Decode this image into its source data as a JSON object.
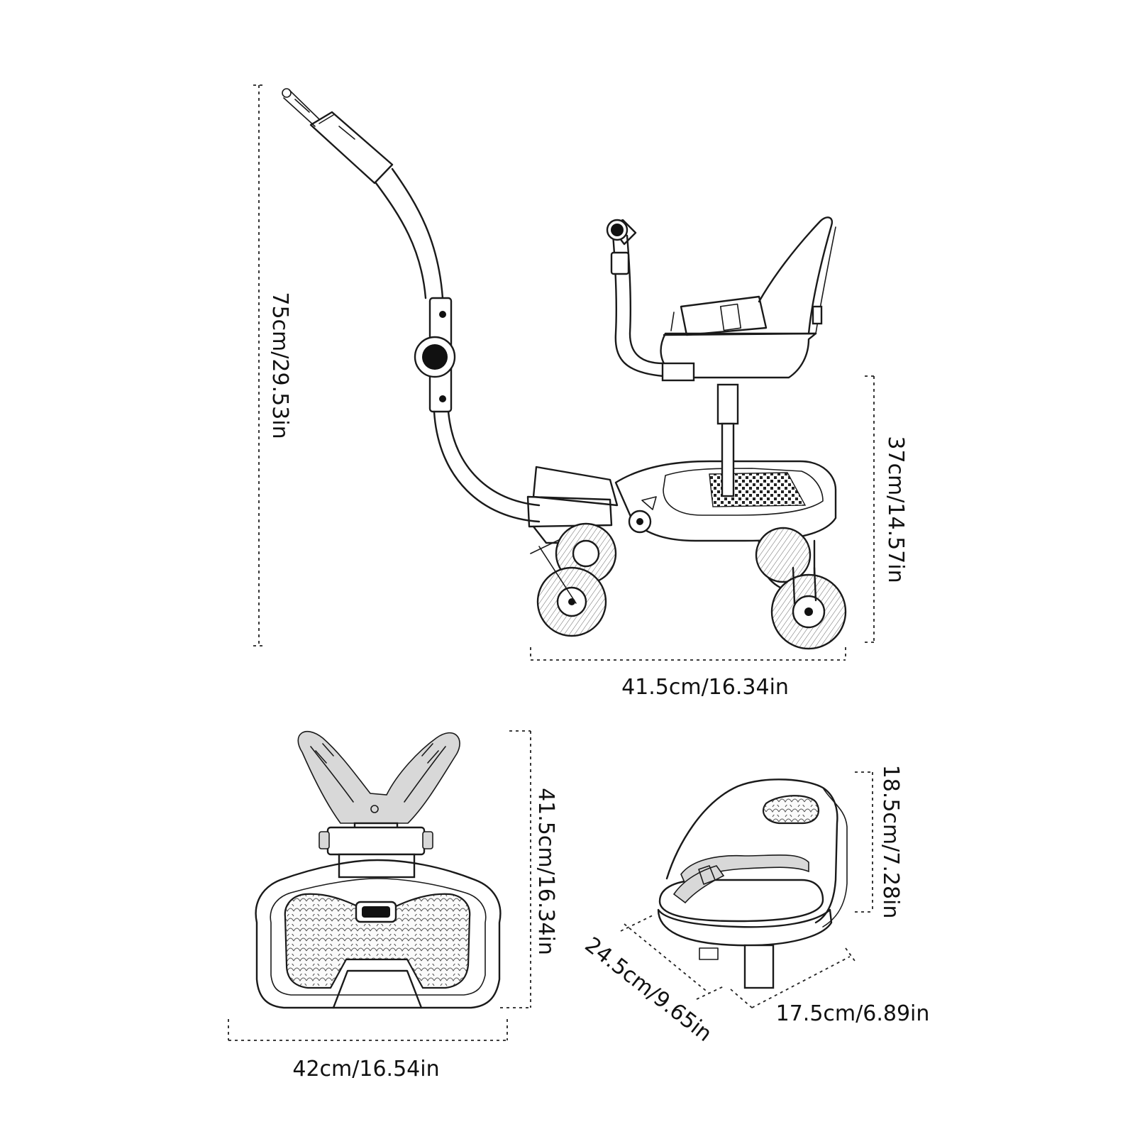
{
  "dimensions": {
    "total_height": "75cm/29.53in",
    "seat_height": "37cm/14.57in",
    "board_length": "41.5cm/16.34in",
    "board_depth": "41.5cm/16.34in",
    "board_width": "42cm/16.54in",
    "seat_height_small": "18.5cm/7.28in",
    "seat_depth": "24.5cm/9.65in",
    "seat_width": "17.5cm/6.89in"
  },
  "colors": {
    "line": "#1a1a1a",
    "background": "#ffffff"
  },
  "icons": [
    "stroller-board-side-view",
    "stroller-board-top-view",
    "detachable-seat-view"
  ]
}
